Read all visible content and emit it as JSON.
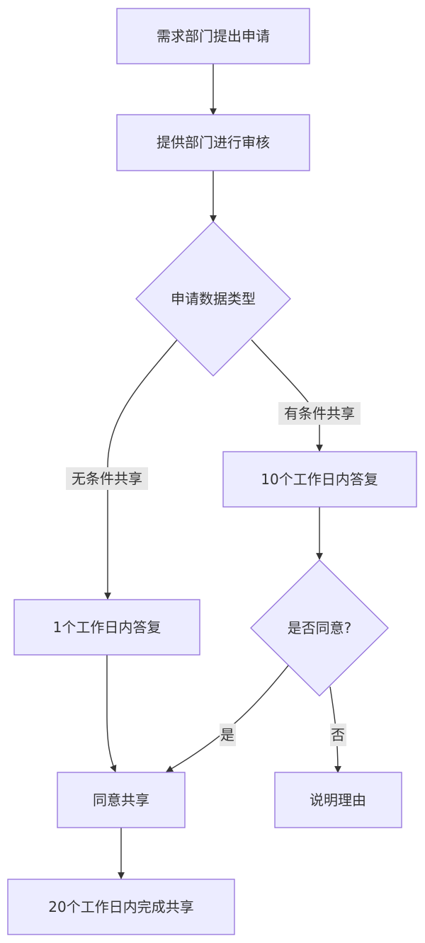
{
  "nodes": {
    "n1": "需求部门提出申请",
    "n2": "提供部门进行审核",
    "d1": "申请数据类型",
    "n3": "10个工作日内答复",
    "n4": "1个工作日内答复",
    "d2": "是否同意?",
    "n5": "同意共享",
    "n6": "说明理由",
    "n7": "20个工作日内完成共享"
  },
  "edge_labels": {
    "conditional": "有条件共享",
    "unconditional": "无条件共享",
    "yes": "是",
    "no": "否"
  }
}
